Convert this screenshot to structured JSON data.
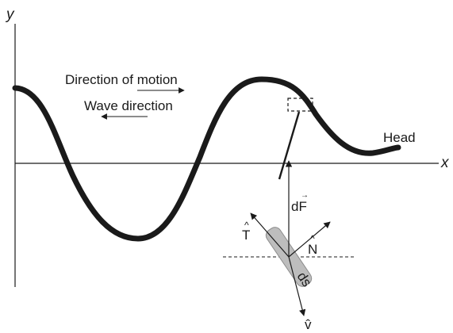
{
  "labels": {
    "y_axis": "y",
    "x_axis": "x",
    "direction_of_motion": "Direction of motion",
    "wave_direction": "Wave direction",
    "head": "Head",
    "force": "dF",
    "force_arrow": "→",
    "tangent": "T",
    "normal": "N",
    "hat": "^",
    "v_hat": "v̂",
    "segment": "ds"
  },
  "colors": {
    "stroke": "#1a1a1a",
    "segment_fill": "#bdbdbd",
    "segment_edge": "#8c8c8c"
  }
}
